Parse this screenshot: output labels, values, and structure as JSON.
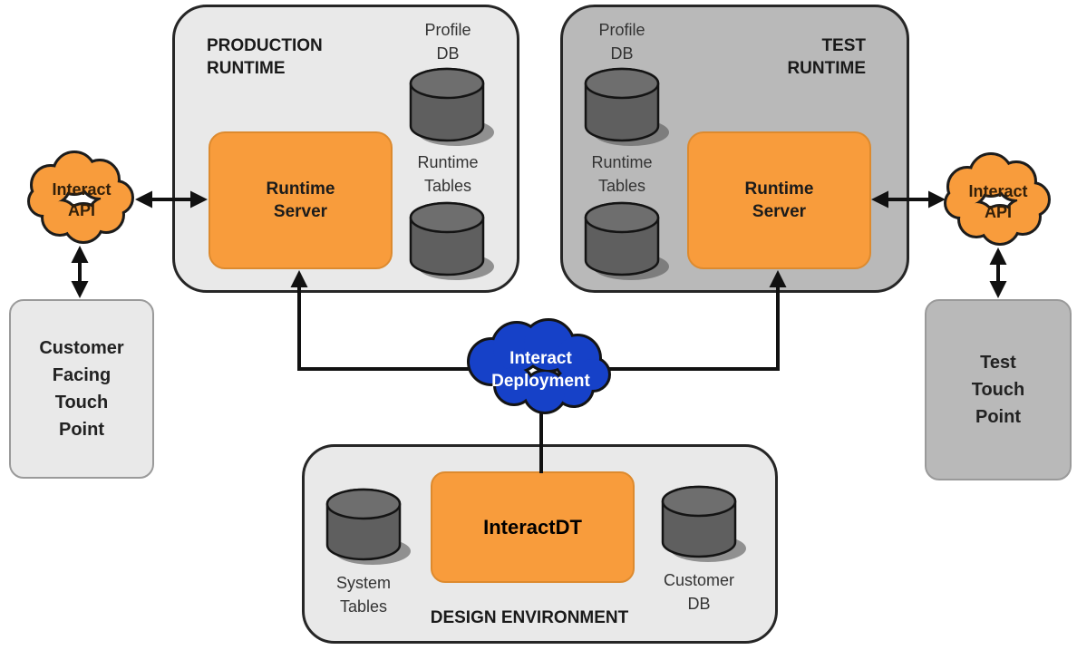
{
  "diagram": {
    "production": {
      "title": "PRODUCTION\nRUNTIME",
      "server_label": "Runtime\nServer",
      "profile_db_label": "Profile\nDB",
      "runtime_tables_label": "Runtime\nTables"
    },
    "test": {
      "title": "TEST\nRUNTIME",
      "server_label": "Runtime\nServer",
      "profile_db_label": "Profile\nDB",
      "runtime_tables_label": "Runtime\nTables"
    },
    "left_api_cloud": {
      "label": "Interact\nAPI"
    },
    "right_api_cloud": {
      "label": "Interact\nAPI"
    },
    "deployment_cloud": {
      "label": "Interact\nDeployment"
    },
    "customer_touch_point": {
      "label": "Customer\nFacing\nTouch\nPoint"
    },
    "test_touch_point": {
      "label": "Test\nTouch\nPoint"
    },
    "design": {
      "title": "DESIGN ENVIRONMENT",
      "tool_label": "InteractDT",
      "system_tables_label": "System\nTables",
      "customer_db_label": "Customer\nDB"
    },
    "colors": {
      "orange": "#F89C3C",
      "blue": "#1641C8",
      "light_gray": "#E9E9E9",
      "dark_gray": "#B9B9B9",
      "cylinder_gray": "#606060",
      "line_black": "#111111"
    }
  }
}
